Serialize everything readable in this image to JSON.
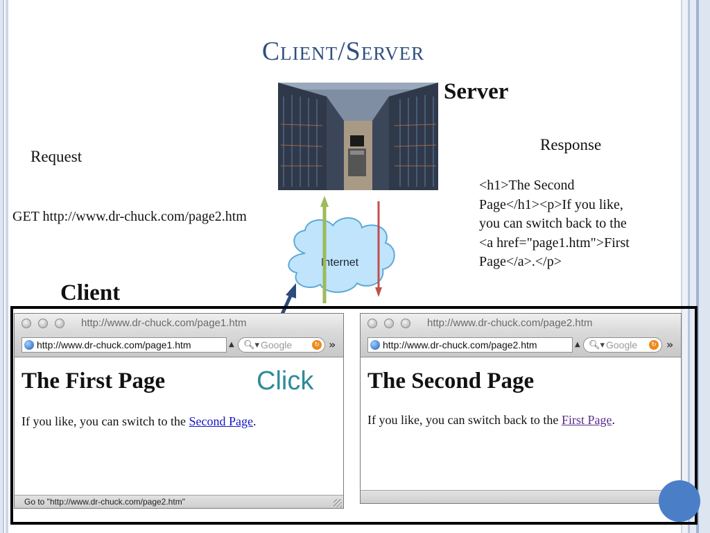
{
  "slide": {
    "title": "Client/Server",
    "server_label": "Server",
    "response_label": "Response",
    "request_label": "Request",
    "request_line": "GET http://www.dr-chuck.com/page2.htm",
    "response_body": "<h1>The Second\nPage</h1><p>If you like,\nyou can switch back to the\n<a href=\"page1.htm\">First\nPage</a>.</p>",
    "internet_label": "Internet",
    "client_label": "Client",
    "click_label": "Click"
  },
  "browser_left": {
    "window_title": "http://www.dr-chuck.com/page1.htm",
    "url": "http://www.dr-chuck.com/page1.htm",
    "search_placeholder": "Google",
    "heading": "The First Page",
    "para_text": "If you like, you can switch to the ",
    "link_text": "Second Page",
    "para_end": ".",
    "status_text": "Go to \"http://www.dr-chuck.com/page2.htm\""
  },
  "browser_right": {
    "window_title": "http://www.dr-chuck.com/page2.htm",
    "url": "http://www.dr-chuck.com/page2.htm",
    "search_placeholder": "Google",
    "heading": "The Second Page",
    "para_text": "If you like, you can switch back to the ",
    "link_text": "First Page",
    "para_end": "."
  },
  "colors": {
    "title": "#2f4f7f",
    "request_arrow": "#9cbb5a",
    "response_arrow": "#c0504d",
    "click_arrow": "#2c4a7c",
    "cloud": "#bfe4fb",
    "click_text": "#2e8b9a"
  }
}
